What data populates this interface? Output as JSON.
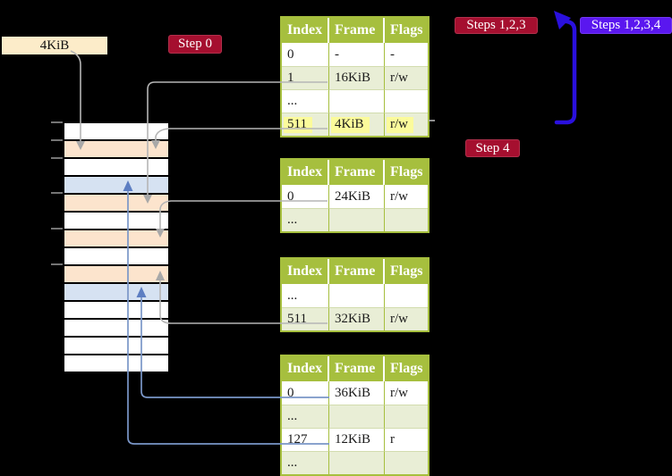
{
  "frame_label": "4KiB",
  "badges": {
    "step0": {
      "text": "Step 0",
      "bg": "#a50f2f"
    },
    "steps123": {
      "text": "Steps 1,2,3",
      "bg": "#a50f2f"
    },
    "steps1234": {
      "text": "Steps 1,2,3,4",
      "bg": "#5a17ef"
    },
    "step4": {
      "text": "Step 4",
      "bg": "#a50f2f"
    }
  },
  "memory": {
    "rows": [
      "white",
      "peach",
      "white",
      "blue",
      "peach",
      "white",
      "peach",
      "white",
      "peach",
      "blue",
      "white",
      "white",
      "white",
      "white"
    ]
  },
  "tables": [
    {
      "name": "page-table-top-level",
      "headers": [
        "Index",
        "Frame",
        "Flags"
      ],
      "rows": [
        {
          "cells": [
            "0",
            "-",
            "-"
          ]
        },
        {
          "cells": [
            "1",
            "16KiB",
            "r/w"
          ]
        },
        {
          "cells": [
            "...",
            "",
            ""
          ]
        },
        {
          "cells": [
            "511",
            "4KiB",
            "r/w"
          ],
          "highlight": true
        }
      ]
    },
    {
      "name": "page-table-24kib",
      "headers": [
        "Index",
        "Frame",
        "Flags"
      ],
      "rows": [
        {
          "cells": [
            "0",
            "24KiB",
            "r/w"
          ]
        },
        {
          "cells": [
            "...",
            "",
            ""
          ]
        }
      ]
    },
    {
      "name": "page-table-32kib",
      "headers": [
        "Index",
        "Frame",
        "Flags"
      ],
      "rows": [
        {
          "cells": [
            "...",
            "",
            ""
          ]
        },
        {
          "cells": [
            "511",
            "32KiB",
            "r/w"
          ]
        }
      ]
    },
    {
      "name": "page-table-36kib",
      "headers": [
        "Index",
        "Frame",
        "Flags"
      ],
      "rows": [
        {
          "cells": [
            "0",
            "36KiB",
            "r/w"
          ]
        },
        {
          "cells": [
            "...",
            "",
            ""
          ]
        },
        {
          "cells": [
            "127",
            "12KiB",
            "r"
          ]
        },
        {
          "cells": [
            "...",
            "",
            ""
          ]
        }
      ]
    }
  ],
  "connectors": [
    {
      "from": "frame-label-4KiB",
      "to": "memory-frame-4KiB",
      "color": "gray"
    },
    {
      "from": "table1-entry-1",
      "to": "memory-frame-16KiB",
      "color": "gray"
    },
    {
      "from": "table1-entry-511",
      "to": "memory-frame-4KiB",
      "color": "gray"
    },
    {
      "from": "table2-entry-0",
      "to": "memory-frame-24KiB",
      "color": "gray"
    },
    {
      "from": "table3-entry-511",
      "to": "memory-frame-32KiB",
      "color": "gray"
    },
    {
      "from": "table4-entry-0",
      "to": "memory-frame-36KiB",
      "color": "blue"
    },
    {
      "from": "table4-entry-127",
      "to": "memory-frame-12KiB",
      "color": "blue"
    },
    {
      "from": "table1-entry-511-row",
      "to": "steps-1-2-3-badge",
      "color": "big-blue-loop"
    }
  ],
  "colors": {
    "background": "#000000",
    "label_bg": "#fcecc9",
    "table_header": "#a6bf3e",
    "table_row_alt": "#e9eed6",
    "table_border_light": "#d2dcae",
    "highlight_yellow": "#fbfb9b",
    "memory_white": "#ffffff",
    "memory_peach": "#fce4cd",
    "memory_blue": "#d6e2f2",
    "line_gray": "#b5b5b5",
    "arrow_gray": "#a8a8a8",
    "line_blue": "#7a96c8",
    "arrow_blue": "#5d7ec2",
    "big_blue": "#2a10de"
  }
}
